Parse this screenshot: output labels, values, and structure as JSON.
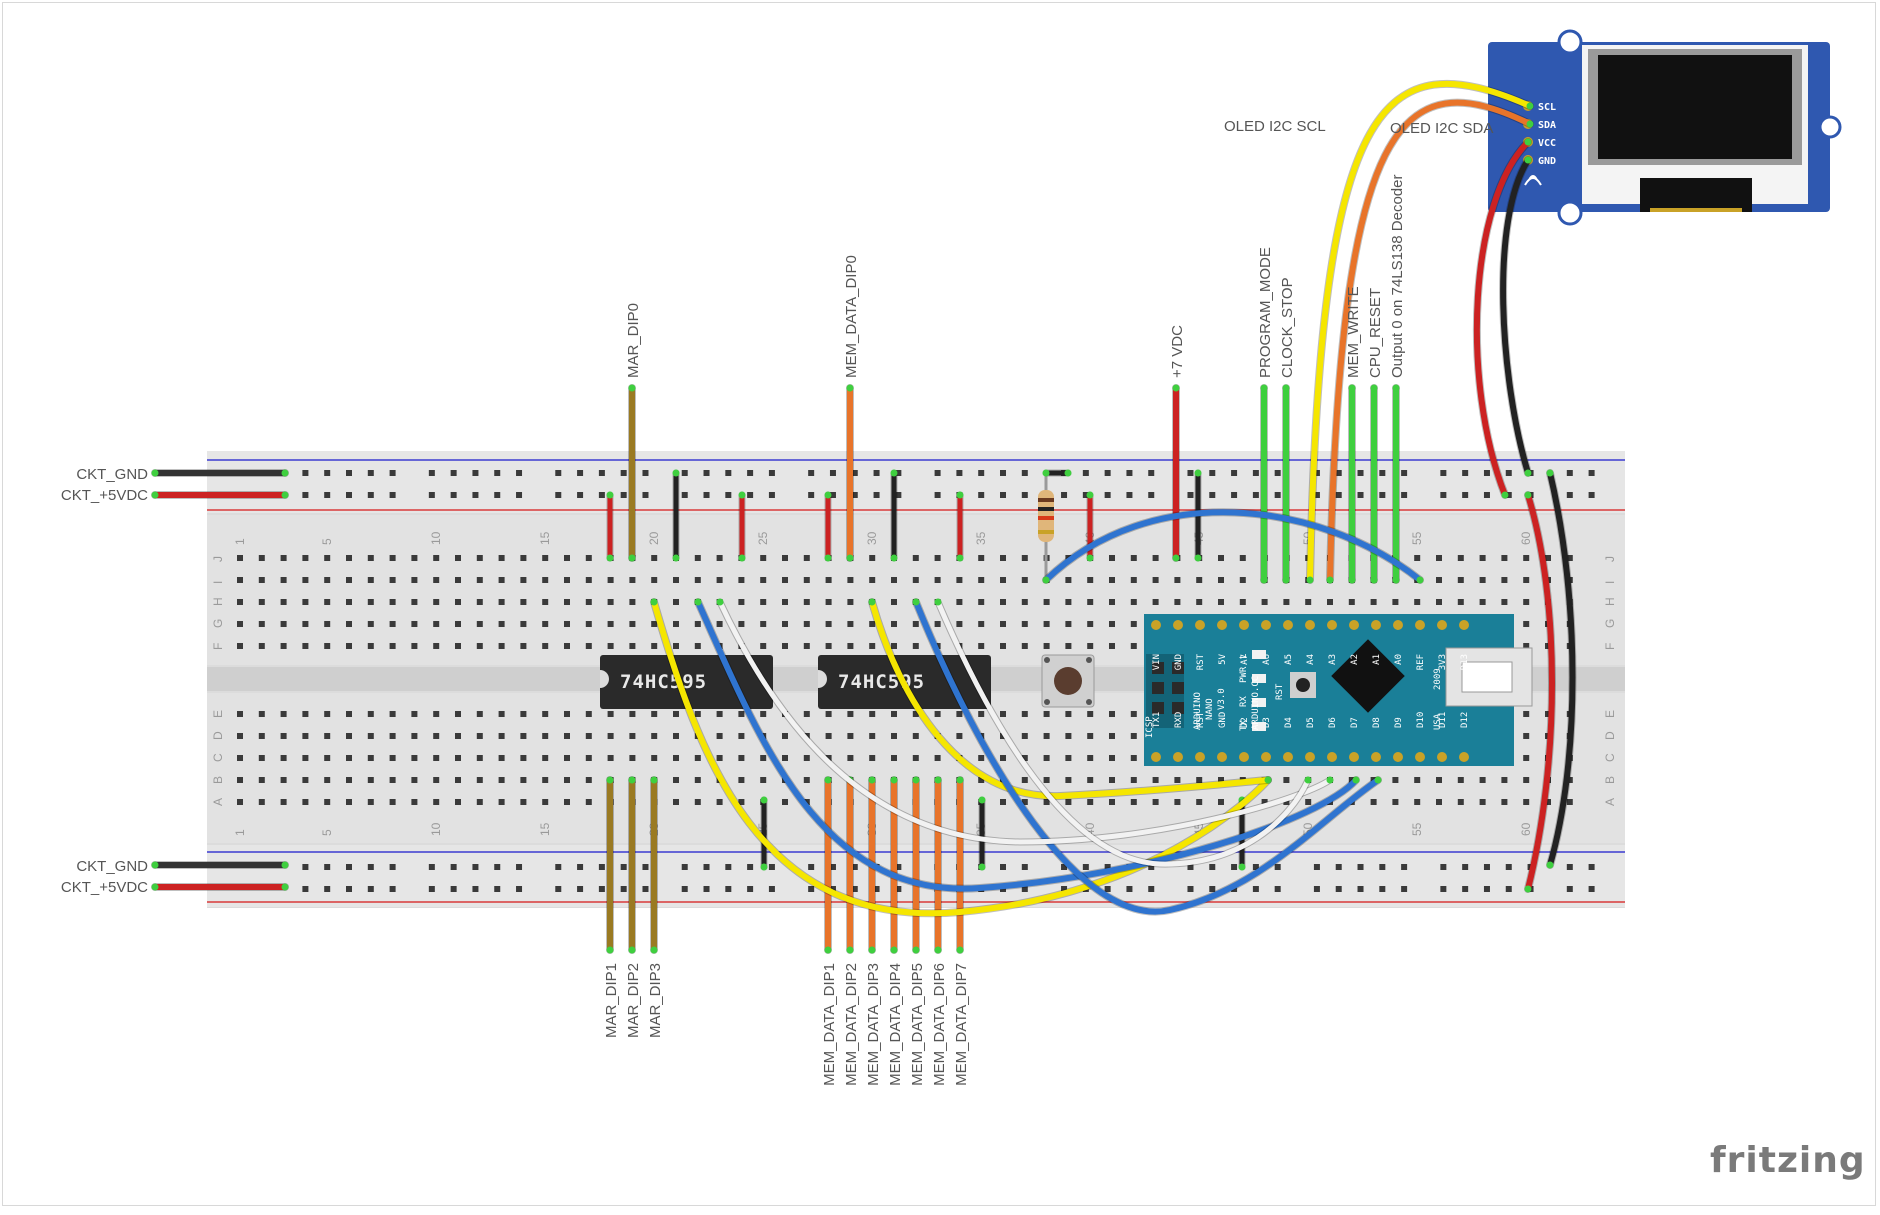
{
  "brand": "fritzing",
  "top_rail_labels": {
    "gnd": "CKT_GND",
    "vcc": "CKT_+5VDC"
  },
  "bottom_rail_labels": {
    "gnd": "CKT_GND",
    "vcc": "CKT_+5VDC"
  },
  "oled": {
    "caption_scl": "OLED I2C SCL",
    "caption_sda": "OLED I2C SDA",
    "pins": [
      "SCL",
      "SDA",
      "VCC",
      "GND"
    ]
  },
  "signals_top": {
    "mar_dip0": "MAR_DIP0",
    "mem_data_dip0": "MEM_DATA_DIP0",
    "vdc7": "+7 VDC",
    "program_mode": "PROGRAM_MODE",
    "clock_stop": "CLOCK_STOP",
    "mem_write": "MEM_WRITE",
    "cpu_reset": "CPU_RESET",
    "decoder": "Output 0 on 74LS138 Decoder"
  },
  "mar_bottom": [
    "MAR_DIP1",
    "MAR_DIP2",
    "MAR_DIP3"
  ],
  "mem_bottom": [
    "MEM_DATA_DIP1",
    "MEM_DATA_DIP2",
    "MEM_DATA_DIP3",
    "MEM_DATA_DIP4",
    "MEM_DATA_DIP5",
    "MEM_DATA_DIP6",
    "MEM_DATA_DIP7"
  ],
  "chips": [
    "74HC595",
    "74HC595"
  ],
  "column_numbers": [
    "1",
    "5",
    "10",
    "15",
    "20",
    "25",
    "30",
    "35",
    "40",
    "45",
    "50",
    "55",
    "60"
  ],
  "row_letters_top": [
    "J",
    "I",
    "H",
    "G",
    "F"
  ],
  "row_letters_bottom": [
    "E",
    "D",
    "C",
    "B",
    "A"
  ],
  "nano": {
    "top_pins": [
      "D12",
      "D11",
      "D10",
      "D9",
      "D8",
      "D7",
      "D6",
      "D5",
      "D4",
      "D3",
      "D2",
      "GND",
      "RST",
      "RXD",
      "TX1"
    ],
    "bottom_pins": [
      "D13",
      "3V3",
      "REF",
      "A0",
      "A1",
      "A2",
      "A3",
      "A4",
      "A5",
      "A6",
      "A7",
      "5V",
      "RST",
      "GND",
      "VIN"
    ],
    "text1": "ARDUINO",
    "text2": "NANO",
    "text3": "V3.0",
    "text4": "ARDUINO.CC",
    "text5": "2009",
    "text6": "USA",
    "icsp": "ICSP",
    "led_labels": [
      "L",
      "PWR",
      "RX",
      "TX"
    ],
    "rst": "RST"
  },
  "colors": {
    "rail_red": "#d93a3a",
    "rail_blue": "#3b3bd0",
    "wire_yellow": "#f5e600",
    "wire_orange": "#e8742a",
    "wire_blue": "#2f74d0",
    "wire_green": "#3fcf3f",
    "wire_brown": "#9a7a22",
    "nano_teal": "#1a7f98",
    "oled_blue": "#2f58b0"
  }
}
